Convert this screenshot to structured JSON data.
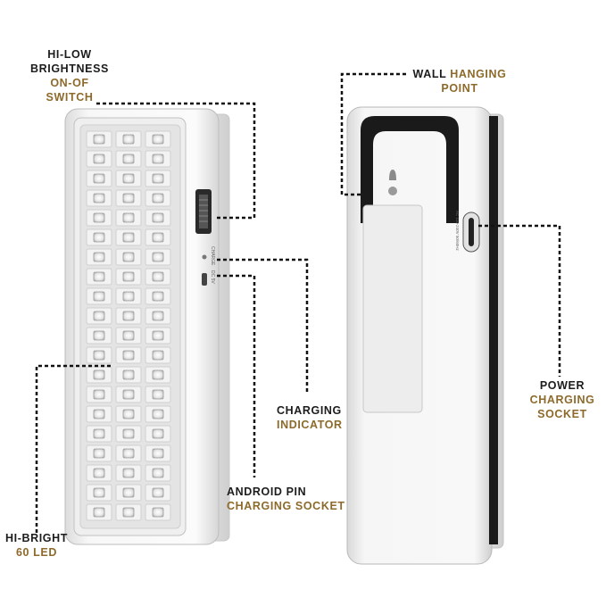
{
  "labels": {
    "switch_l1": "HI-LOW",
    "switch_l2": "BRIGHTNESS",
    "switch_l3": "ON-OF",
    "switch_l4": "SWITCH",
    "wall_a": "WALL ",
    "wall_b": "HANGING",
    "wall_c": "POINT",
    "power_l1": "POWER",
    "power_l2": "CHARGING",
    "power_l3": "SOCKET",
    "indicator_l1": "CHARGING",
    "indicator_l2": "INDICATOR",
    "android_l1": "ANDROID PIN",
    "android_l2": "CHARGING SOCKET",
    "led_l1": "HI-BRIGHT",
    "led_l2": "60 LED"
  },
  "device_print": {
    "charge": "CHARGE",
    "dc": "DC 5V",
    "rear": "AC 110-240V 50/60Hz"
  },
  "colors": {
    "label_dark": "#1c1c1c",
    "label_gold": "#8d6a2b",
    "body_white": "#f4f4f4",
    "handle_black": "#1a1a1a"
  }
}
